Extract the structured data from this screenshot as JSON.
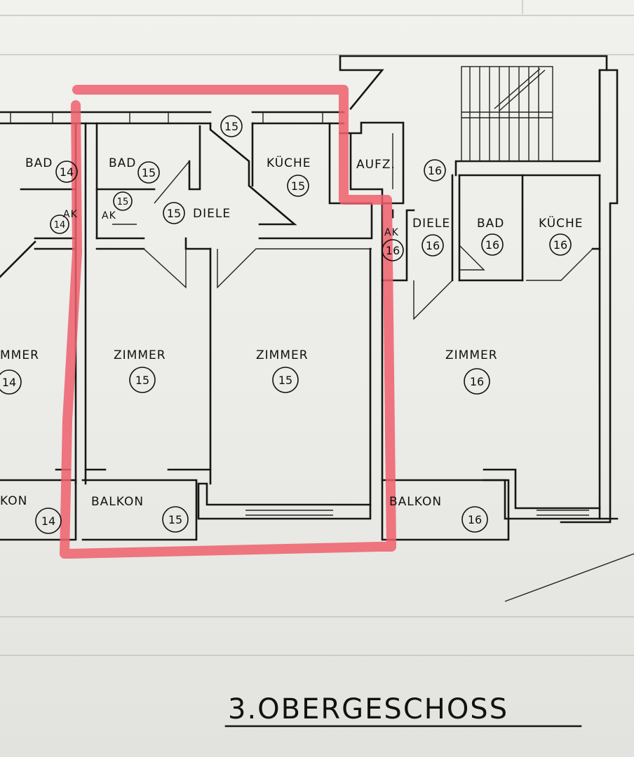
{
  "floor_title": "3.OBERGESCHOSS",
  "labels": {
    "bad": "BAD",
    "ak": "AK",
    "kueche": "KÜCHE",
    "kueche_caps": "KÜCHE",
    "diele": "DIELE",
    "zimmer": "ZIMMER",
    "zimmer_cut": "MMER",
    "balkon": "BALKON",
    "balkon_cut": "KON",
    "aufzug": "AUFZ."
  },
  "units": {
    "u14": "14",
    "u15": "15",
    "u16": "16"
  },
  "highlight_color": "#ee5f6c"
}
